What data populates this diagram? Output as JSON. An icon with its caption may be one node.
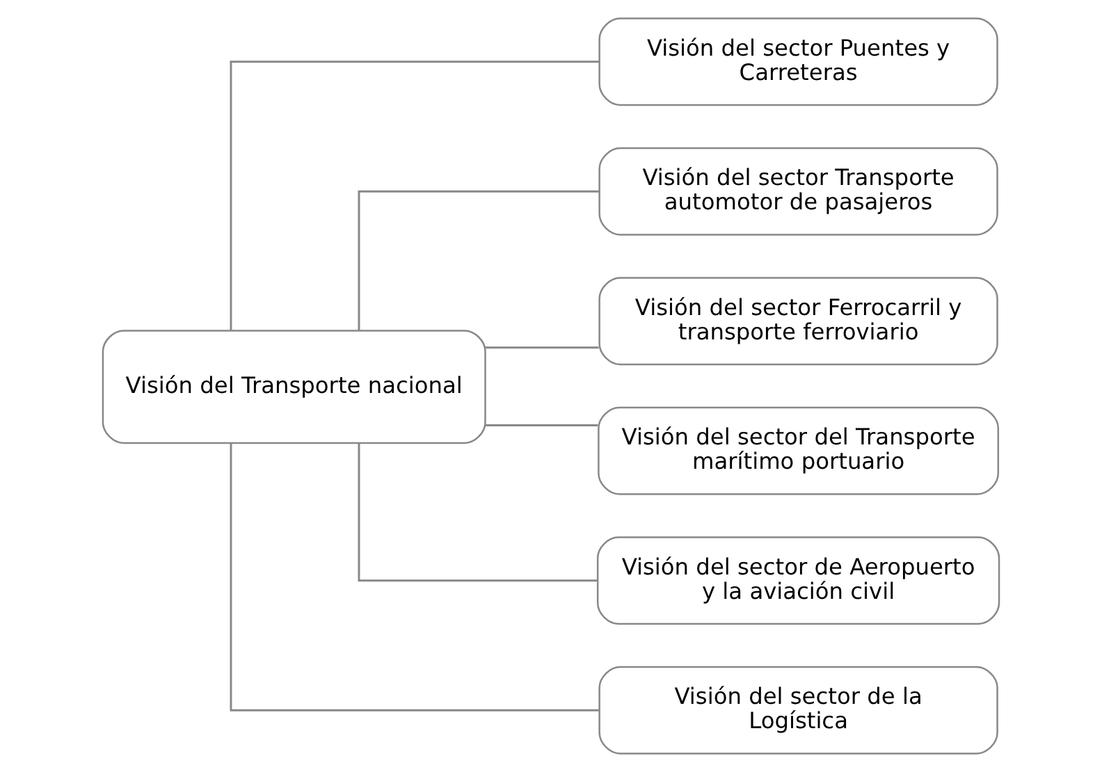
{
  "diagram": {
    "nodes": [
      {
        "text": [
          "Visión del Transporte nacional"
        ]
      },
      {
        "text": [
          "Visión del sector Puentes y Carreteras"
        ]
      },
      {
        "text": [
          "Visión del sector Transporte automotor de pasajeros"
        ]
      },
      {
        "text": [
          "Visión del sector Ferrocarril y transporte ferroviario"
        ]
      },
      {
        "text": [
          "Visión del sector del Transporte marítimo portuario"
        ]
      },
      {
        "text": [
          "Visión del sector de Aeropuerto y la aviación civil"
        ]
      },
      {
        "text": [
          "Visión del sector de la Logística"
        ]
      }
    ],
    "edges": [
      {
        "from": 0,
        "to": 1,
        "arrow": "none"
      },
      {
        "from": 0,
        "to": 2,
        "arrow": "none"
      },
      {
        "from": 0,
        "to": 3,
        "arrow": "none"
      },
      {
        "from": 0,
        "to": 4,
        "arrow": "none"
      },
      {
        "from": 0,
        "to": 5,
        "arrow": "none"
      },
      {
        "from": 0,
        "to": 6,
        "arrow": "none"
      }
    ]
  }
}
